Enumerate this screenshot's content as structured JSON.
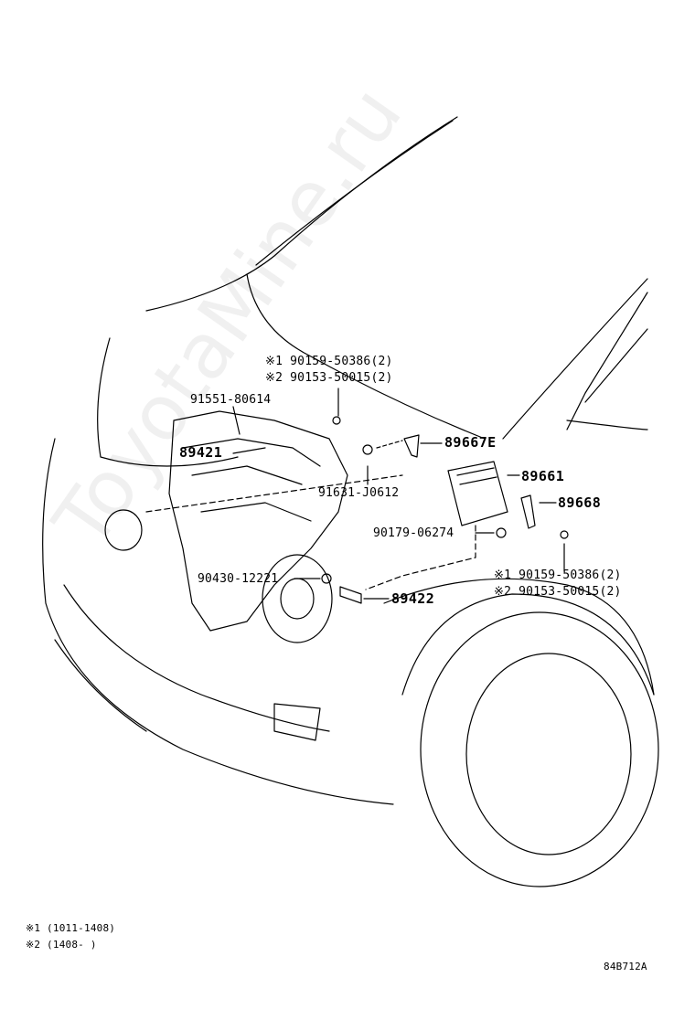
{
  "labels": {
    "top_note1": "※1 90159-50386(2)",
    "top_note2": "※2 90153-50015(2)",
    "p91551": "91551-80614",
    "p89421": "89421",
    "p89667E": "89667E",
    "p89661": "89661",
    "p91631": "91631-J0612",
    "p89668": "89668",
    "p90179": "90179-06274",
    "p90430": "90430-12221",
    "p89422": "89422",
    "bottom_note1": "※1 90159-50386(2)",
    "bottom_note2": "※2 90153-50015(2)"
  },
  "legend": {
    "line1": "※1 (1011-1408)",
    "line2": "※2 (1408-     )"
  },
  "code": "84B712A",
  "watermark": "ToyotaMine.ru"
}
